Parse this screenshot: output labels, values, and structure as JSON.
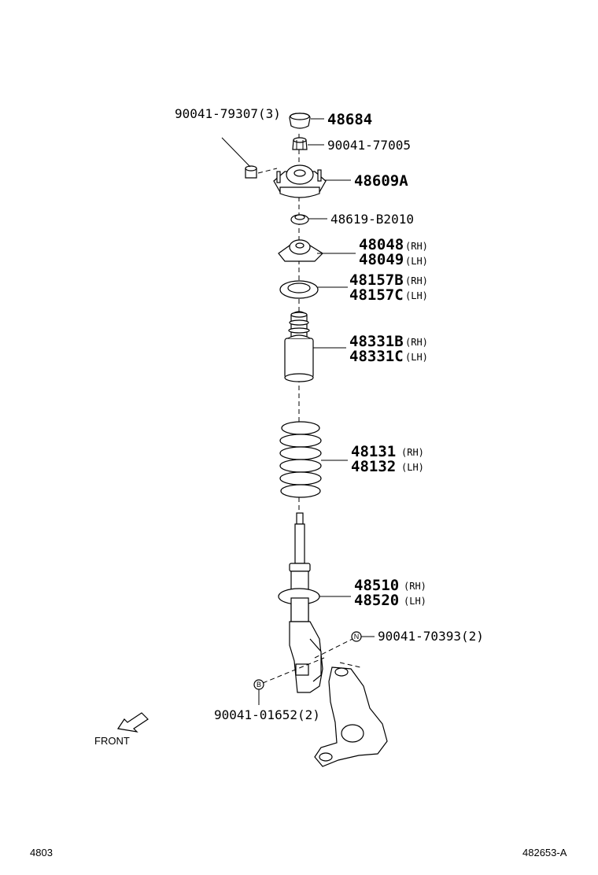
{
  "labels": {
    "bolt_9004179307": "90041-79307(3)",
    "cap_48684": "48684",
    "nut_9004177005": "90041-77005",
    "support_48609A": "48609A",
    "bearing_48619": "48619-B2010",
    "seat_upper_rh": "48048",
    "seat_upper_rh_sfx": "(RH)",
    "seat_upper_lh": "48049",
    "seat_upper_lh_sfx": "(LH)",
    "insulator_rh": "48157B",
    "insulator_rh_sfx": "(RH)",
    "insulator_lh": "48157C",
    "insulator_lh_sfx": "(LH)",
    "bumper_rh": "48331B",
    "bumper_rh_sfx": "(RH)",
    "bumper_lh": "48331C",
    "bumper_lh_sfx": "(LH)",
    "spring_rh": "48131",
    "spring_rh_sfx": "(RH)",
    "spring_lh": "48132",
    "spring_lh_sfx": "(LH)",
    "strut_rh": "48510",
    "strut_rh_sfx": "(RH)",
    "strut_lh": "48520",
    "strut_lh_sfx": "(LH)",
    "nut_9004170393": "90041-70393(2)",
    "nut_marker": "N",
    "bolt_9004101652": "90041-01652(2)",
    "bolt_marker": "B",
    "front": "FRONT",
    "page_code": "4803",
    "figure_code": "482653-A"
  }
}
